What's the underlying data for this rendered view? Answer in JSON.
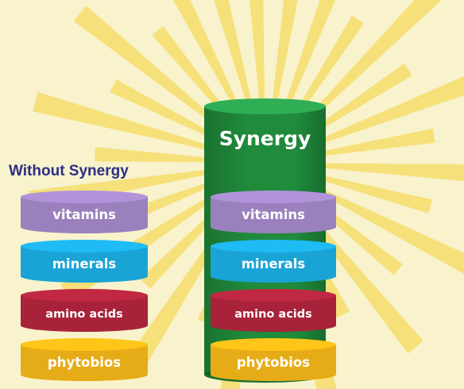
{
  "without_title": "Without Synergy",
  "synergy_title": "Synergy",
  "left_stack": [
    {
      "label": "vitamins",
      "color": "#9a80bd"
    },
    {
      "label": "minerals",
      "color": "#1aa3d5"
    },
    {
      "label": "amino acids",
      "color": "#a8233a"
    },
    {
      "label": "phytobios",
      "color": "#e6ac17"
    }
  ],
  "right_stack": [
    {
      "label": "vitamins",
      "color": "#9a80bd"
    },
    {
      "label": "minerals",
      "color": "#1aa3d5"
    },
    {
      "label": "amino acids",
      "color": "#a8233a"
    },
    {
      "label": "phytobios",
      "color": "#e6ac17"
    }
  ],
  "colors": {
    "background": "#f8f3cc",
    "burst": "#f6e07a",
    "synergy_cylinder": "#1e8c3c",
    "title": "#2c2d86"
  }
}
